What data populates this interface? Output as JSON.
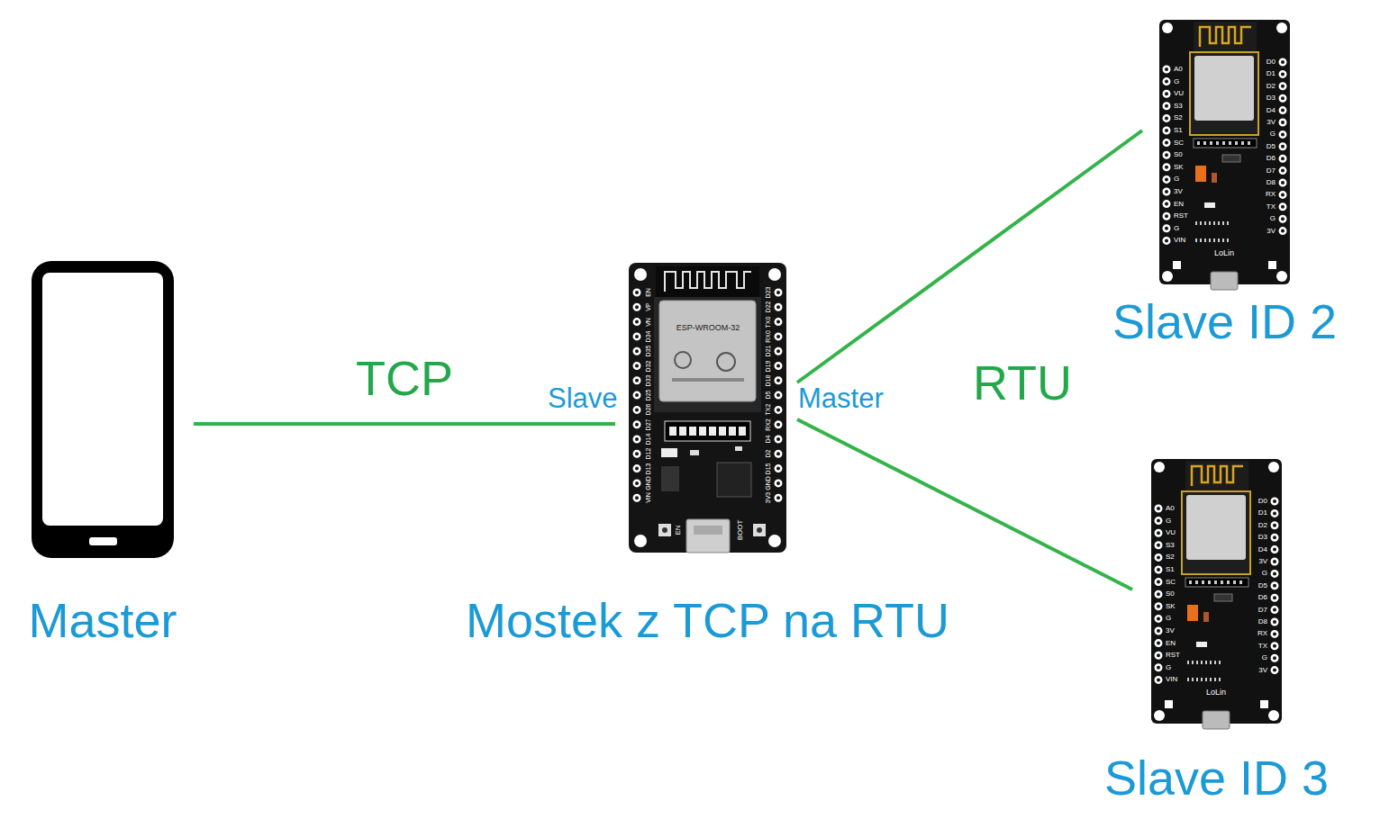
{
  "diagram": {
    "nodes": [
      {
        "text": [
          "Master"
        ]
      },
      {
        "text": [
          "Mostek z TCP na RTU"
        ]
      },
      {
        "text": [
          "Slave ID 2"
        ]
      },
      {
        "text": [
          "Slave ID 3"
        ]
      }
    ],
    "edges": [
      {
        "from": 0,
        "to": 1,
        "arrow": "none",
        "label": "TCP"
      },
      {
        "from": 1,
        "to": 2,
        "arrow": "none"
      },
      {
        "from": 1,
        "to": 3,
        "arrow": "none"
      }
    ],
    "labels": [
      "Slave",
      "Master",
      "RTU",
      "ESP-WROOM-32",
      "EN",
      "BOOT",
      "EN",
      "VP",
      "VN",
      "D34",
      "D35",
      "D32",
      "D33",
      "D25",
      "D26",
      "D27",
      "D14",
      "D12",
      "D13",
      "GND",
      "VIN",
      "D23",
      "D22",
      "TX0",
      "RX0",
      "D21",
      "D19",
      "D18",
      "D5",
      "TX2",
      "RX2",
      "D4",
      "D2",
      "D15",
      "GND",
      "3V3",
      "A0",
      "G",
      "VU",
      "S3",
      "S2",
      "S1",
      "SC",
      "S0",
      "SK",
      "G",
      "3V",
      "EN",
      "RST",
      "G",
      "VIN",
      "D0",
      "D1",
      "D2",
      "D3",
      "D4",
      "3V",
      "G",
      "D5",
      "D6",
      "D7",
      "D8",
      "RX",
      "TX",
      "G",
      "3V",
      "LoLin",
      "A0",
      "G",
      "VU",
      "S3",
      "S2",
      "S1",
      "SC",
      "S0",
      "SK",
      "G",
      "3V",
      "EN",
      "RST",
      "G",
      "VIN",
      "D0",
      "D1",
      "D2",
      "D3",
      "D4",
      "3V",
      "G",
      "D5",
      "D6",
      "D7",
      "D8",
      "RX",
      "TX",
      "G",
      "3V",
      "LoLin"
    ]
  }
}
